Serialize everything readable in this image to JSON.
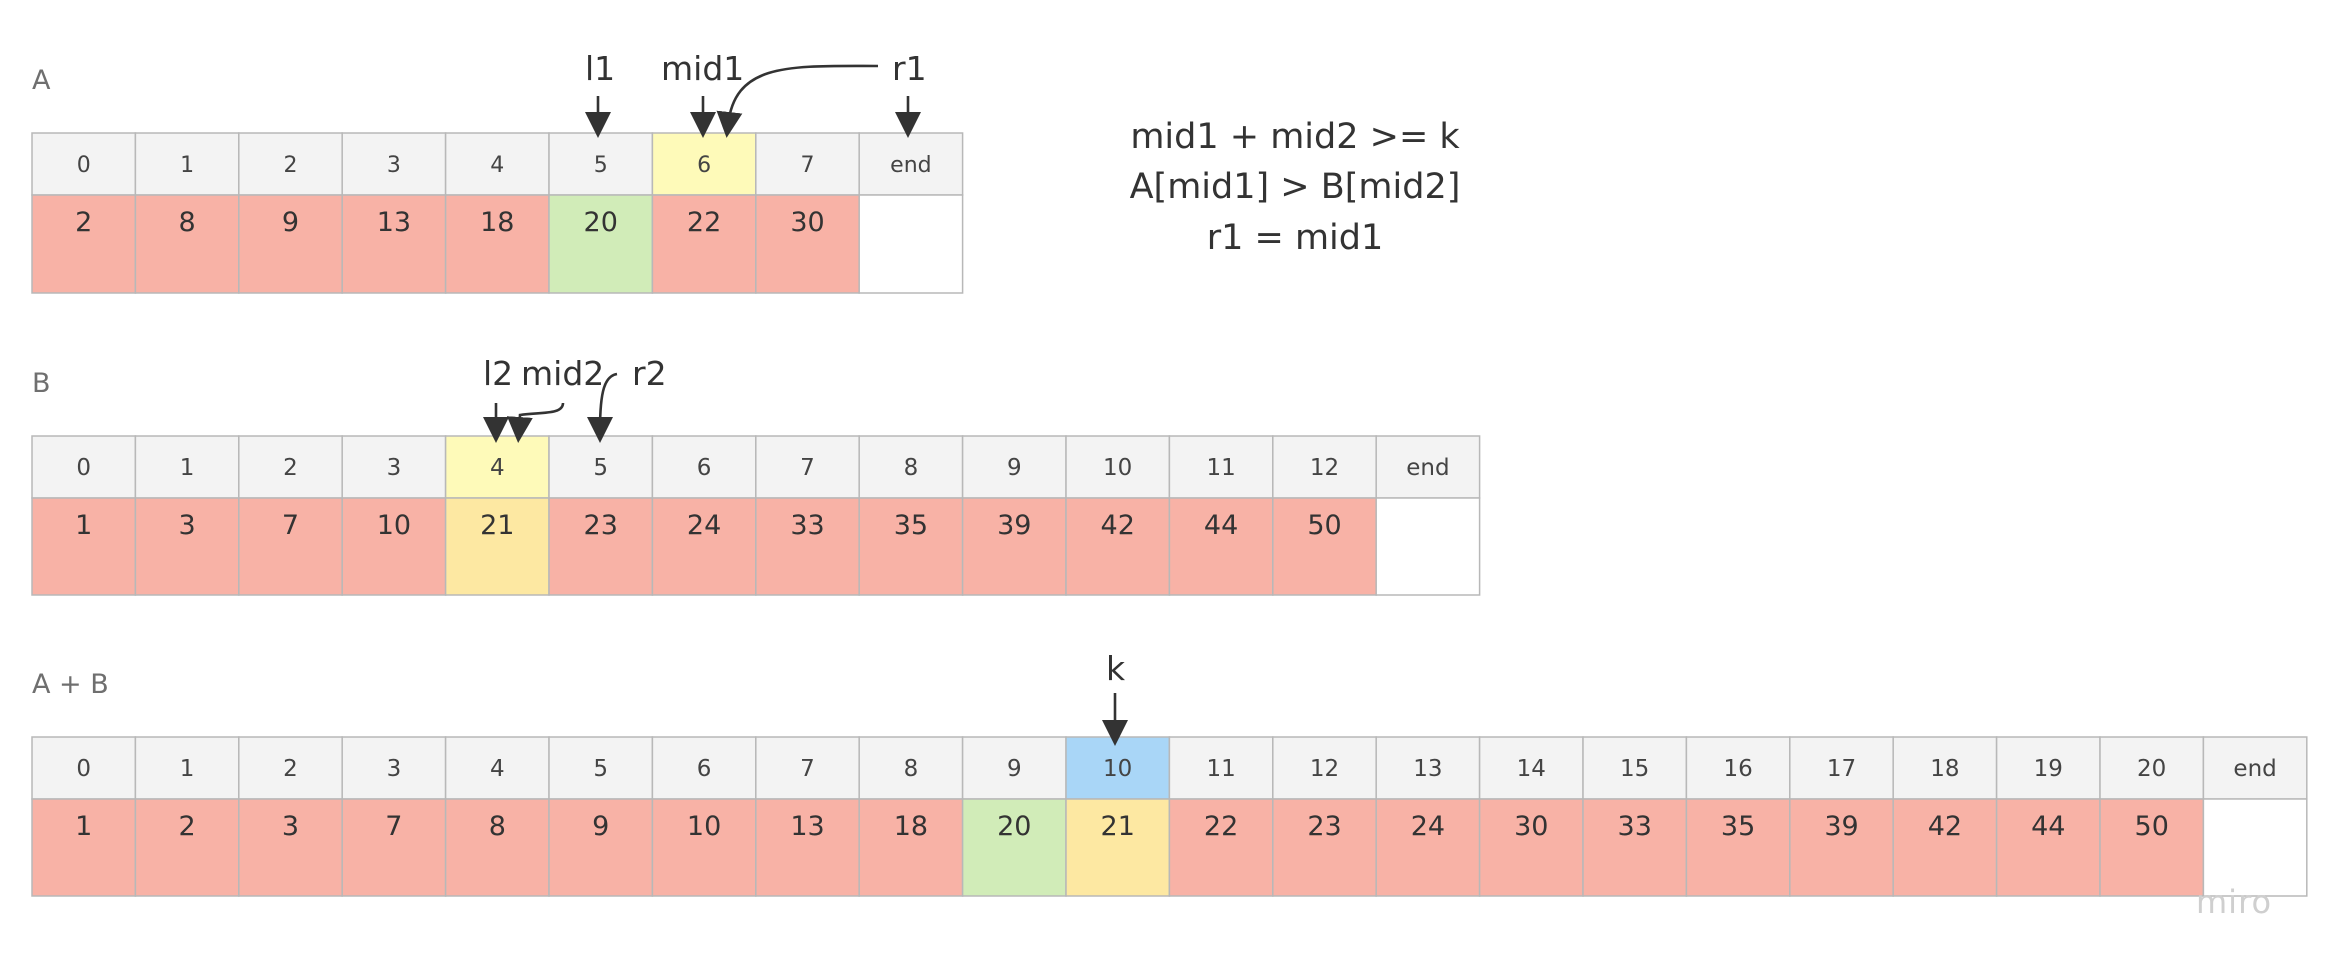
{
  "arrays": [
    {
      "label": "A",
      "indices": [
        "0",
        "1",
        "2",
        "3",
        "4",
        "5",
        "6",
        "7",
        "end"
      ],
      "values": [
        "2",
        "8",
        "9",
        "13",
        "18",
        "20",
        "22",
        "30",
        ""
      ],
      "value_colors": [
        "red",
        "red",
        "red",
        "red",
        "red",
        "green",
        "red",
        "red",
        "empty"
      ],
      "index_highlight": {
        "6": "yellow"
      },
      "pointers": [
        {
          "name": "l1",
          "text": "l1",
          "target": 5
        },
        {
          "name": "mid1",
          "text": "mid1",
          "target": 6
        },
        {
          "name": "r1",
          "text": "r1",
          "target": 6
        }
      ]
    },
    {
      "label": "B",
      "indices": [
        "0",
        "1",
        "2",
        "3",
        "4",
        "5",
        "6",
        "7",
        "8",
        "9",
        "10",
        "11",
        "12",
        "end"
      ],
      "values": [
        "1",
        "3",
        "7",
        "10",
        "21",
        "23",
        "24",
        "33",
        "35",
        "39",
        "42",
        "44",
        "50",
        ""
      ],
      "value_colors": [
        "red",
        "red",
        "red",
        "red",
        "yellow",
        "red",
        "red",
        "red",
        "red",
        "red",
        "red",
        "red",
        "red",
        "empty"
      ],
      "index_highlight": {
        "4": "yellow"
      },
      "pointers": [
        {
          "name": "l2",
          "text": "l2",
          "target": 4
        },
        {
          "name": "mid2",
          "text": "mid2",
          "target": 4
        },
        {
          "name": "r2",
          "text": "r2",
          "target": 5
        }
      ]
    },
    {
      "label": "A + B",
      "indices": [
        "0",
        "1",
        "2",
        "3",
        "4",
        "5",
        "6",
        "7",
        "8",
        "9",
        "10",
        "11",
        "12",
        "13",
        "14",
        "15",
        "16",
        "17",
        "18",
        "19",
        "20",
        "end"
      ],
      "values": [
        "1",
        "2",
        "3",
        "7",
        "8",
        "9",
        "10",
        "13",
        "18",
        "20",
        "21",
        "22",
        "23",
        "24",
        "30",
        "33",
        "35",
        "39",
        "42",
        "44",
        "50",
        ""
      ],
      "value_colors": [
        "red",
        "red",
        "red",
        "red",
        "red",
        "red",
        "red",
        "red",
        "red",
        "green",
        "yellow",
        "red",
        "red",
        "red",
        "red",
        "red",
        "red",
        "red",
        "red",
        "red",
        "red",
        "empty"
      ],
      "index_highlight": {
        "10": "blue"
      },
      "pointers": [
        {
          "name": "k",
          "text": "k",
          "target": 10
        }
      ]
    }
  ],
  "notes": [
    "mid1 + mid2 >= k",
    "A[mid1] > B[mid2]",
    "r1 = mid1"
  ],
  "watermark": "miro",
  "colors": {
    "red": "#f8b2a6",
    "green": "#d1ecb8",
    "yellow": "#fde8a2",
    "yellow_index": "#fefab9",
    "blue": "#a9d6f7",
    "index_bg": "#f3f3f3",
    "border": "#b8b8b8",
    "empty": "#ffffff"
  }
}
